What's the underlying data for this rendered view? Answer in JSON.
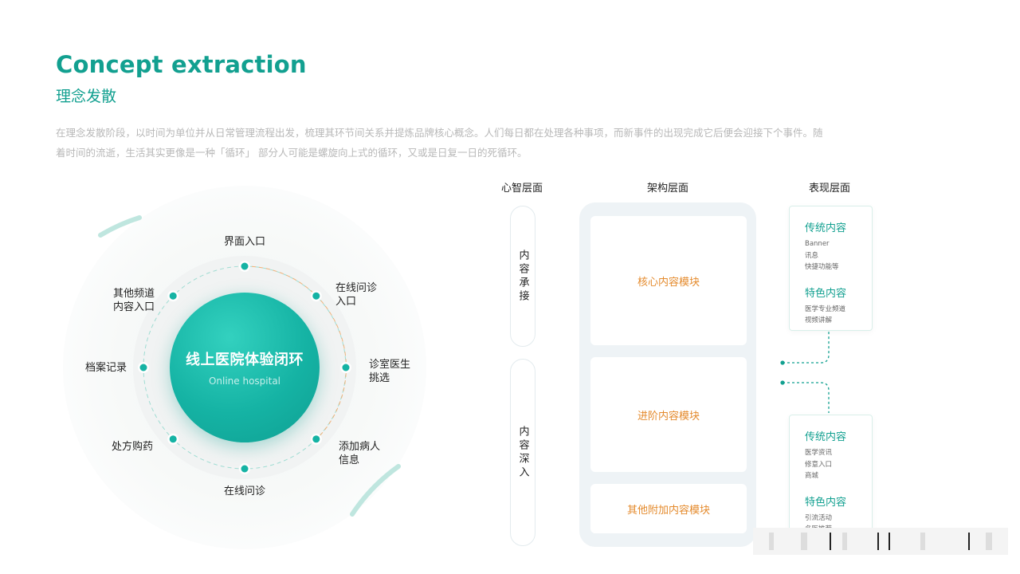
{
  "header": {
    "title_en": "Concept extraction",
    "title_cn": "理念发散",
    "intro_lines": [
      "在理念发散阶段，以时间为单位并从日常管理流程出发，梳理其环节间关系并提炼品牌核心概念。人们每日都在处理各种事项，而新事件的出现完成它后便会迎接下个事件。随",
      "着时间的流逝，生活其实更像是一种「循环」 部分人可能是螺旋向上式的循环，又或是日复一日的死循环。"
    ]
  },
  "ring": {
    "core_title": "线上医院体验闭环",
    "core_subtitle": "Online hospital",
    "nodes": [
      {
        "lines": [
          "界面入口"
        ]
      },
      {
        "lines": [
          "在线问诊",
          "入口"
        ]
      },
      {
        "lines": [
          "诊室医生",
          "挑选"
        ]
      },
      {
        "lines": [
          "添加病人",
          "信息"
        ]
      },
      {
        "lines": [
          "在线问诊"
        ]
      },
      {
        "lines": [
          "处方购药"
        ]
      },
      {
        "lines": [
          "档案记录"
        ]
      },
      {
        "lines": [
          "其他频道",
          "内容入口"
        ]
      }
    ]
  },
  "layers": {
    "mind_header": "心智层面",
    "arch_header": "架构层面",
    "expr_header": "表现层面",
    "mind_pills": [
      "内容承接",
      "内容深入"
    ],
    "arch_modules": [
      "核心内容模块",
      "进阶内容模块",
      "其他附加内容模块"
    ],
    "cards": [
      {
        "traditional_title": "传统内容",
        "traditional_items": [
          "Banner",
          "讯息",
          "快捷功能等"
        ],
        "featured_title": "特色内容",
        "featured_items": [
          "医学专业频道",
          "视频讲解"
        ]
      },
      {
        "traditional_title": "传统内容",
        "traditional_items": [
          "医学资讯",
          "修意入口",
          "商城"
        ],
        "featured_title": "特色内容",
        "featured_items": [
          "引流活动",
          "名医推荐"
        ]
      }
    ]
  },
  "colors": {
    "accent": "#12a090",
    "core_teal": "#15b3a4",
    "module_text": "#e48a2c",
    "dash_orange": "#f0b27a",
    "frame_bg": "#eef3f6"
  }
}
